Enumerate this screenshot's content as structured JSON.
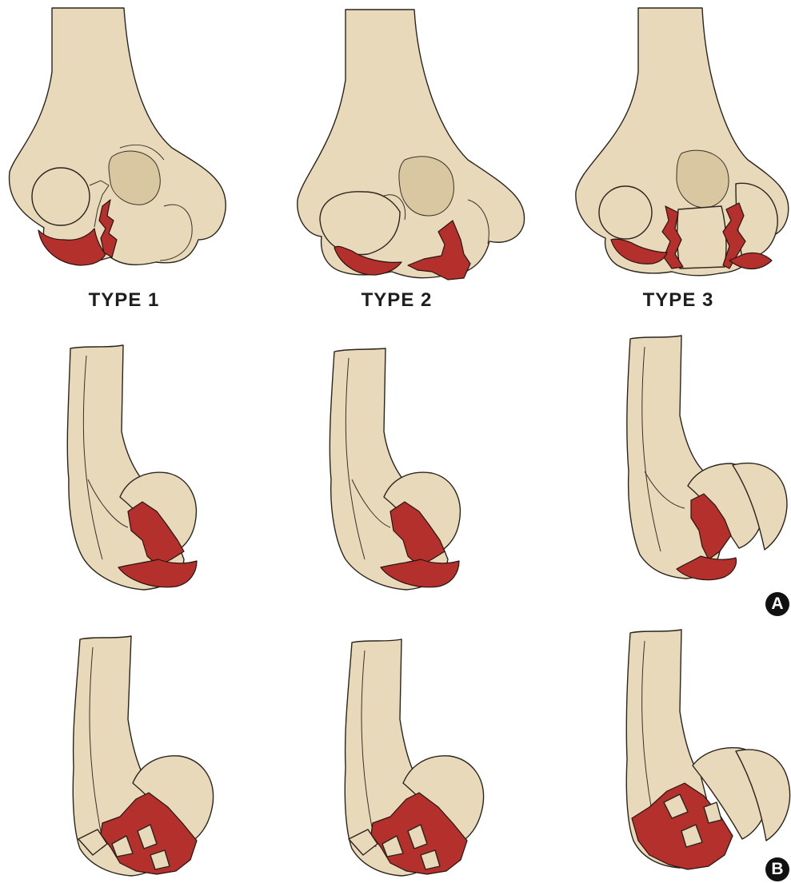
{
  "labels": {
    "type1": "TYPE 1",
    "type2": "TYPE 2",
    "type3": "TYPE 3"
  },
  "panels": {
    "a": "A",
    "b": "B"
  },
  "colors": {
    "bone": "#e8d9ba",
    "outline": "#2a241c",
    "fracture": "#b3302c",
    "fracture_dark": "#5a1612"
  }
}
